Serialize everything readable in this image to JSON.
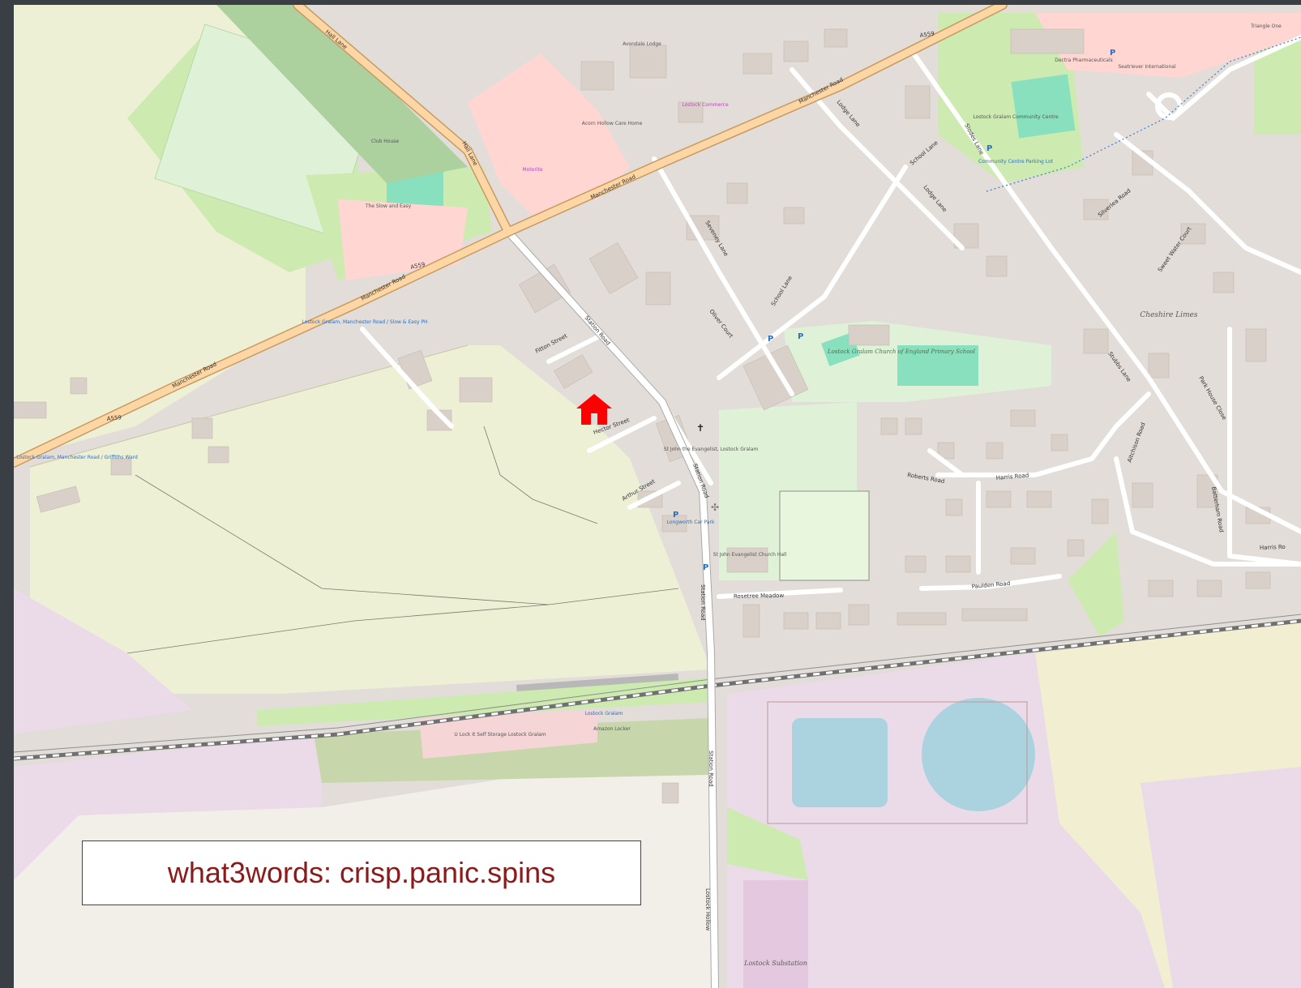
{
  "callout": {
    "text": "what3words: crisp.panic.spins"
  },
  "marker": {
    "icon": "house-icon",
    "color": "#ff0000"
  },
  "colors": {
    "residential": "#e2ddd8",
    "farmland": "#eef0d5",
    "industrial": "#ebdbe8",
    "park": "#cdebb0",
    "grass": "#dff2d7",
    "pitch": "#88e0be",
    "water": "#aad3df",
    "primary_road": "#fcd6a4",
    "primary_casing": "#c89a60",
    "building": "#d9d0c9",
    "retail": "#ffd6d1"
  },
  "roads": {
    "hall_lane_top": "Hall Lane",
    "hall_lane": "Hall Lane",
    "a559_top": "A559",
    "a559_mid": "A559",
    "a559_left": "A559",
    "manchester_1": "Manchester Road",
    "manchester_2": "Manchester Road",
    "manchester_3": "Manchester Road",
    "manchester_4": "Manchester Road",
    "station_road_1": "Station Road",
    "station_road_2": "Station Road",
    "station_road_3": "Station Road",
    "station_road_4": "Station Road",
    "lostock_hollow": "Lostock Hollow",
    "seveney_lane": "Seveney Lane",
    "school_lane_1": "School Lane",
    "school_lane_2": "School Lane",
    "lodge_lane_1": "Lodge Lane",
    "lodge_lane_2": "Lodge Lane",
    "slodes_lane": "Slodes Lane",
    "oliver_court": "Oliver Court",
    "fitton_street": "Fitton Street",
    "hector_street": "Hector Street",
    "arthur_street": "Arthur Street",
    "harris_road_1": "Harris Road",
    "harris_road_2": "Harris Ro",
    "roberts_road": "Roberts Road",
    "paulden_road": "Paulden Road",
    "rosetree_meadow": "Rosetree Meadow",
    "silverlea_road": "Silverlea Road",
    "sweet_water_court": "Sweet Water Court",
    "park_house_close": "Park House Close",
    "aitchison_road": "Aitchison Road",
    "batterham_road": "Batterham Road",
    "stubbs_lane": "Stubbs Lane"
  },
  "pois": {
    "avondale_lodge": "Avondale Lodge",
    "acorn_hollow": "Acorn Hollow Care Home",
    "lostock_commerce": "Lostock Commerce",
    "motorite": "Motorite",
    "club_house": "Club House",
    "slow_and_easy": "The Slow and Easy",
    "lostock_gralam_stop": "Lostock Gralam, Manchester Road / Slow & Easy PH",
    "lostock_gralam_stop_2": "Lostock Gralam, Manchester Road / Griffiths Ward",
    "st_john_church": "St John the Evangelist, Lostock Gralam",
    "school": "Lostock Gralam Church of England Primary School",
    "church_hall": "St John Evangelist Church Hall",
    "car_park": "Longworth Car Park",
    "community_centre": "Lostock Gralam Community Centre",
    "community_parking": "Community Centre Parking Lot",
    "cheshire_limes": "Cheshire Limes",
    "station": "Lostock Gralam",
    "u_lock": "U Lock It Self Storage Lostock Gralam",
    "amazon_locker": "Amazon Locker",
    "substation": "Lostock Substation",
    "dectra": "Dectra Pharmaceuticals",
    "seatriever": "Seatriever International",
    "triangle": "Triangle One"
  }
}
